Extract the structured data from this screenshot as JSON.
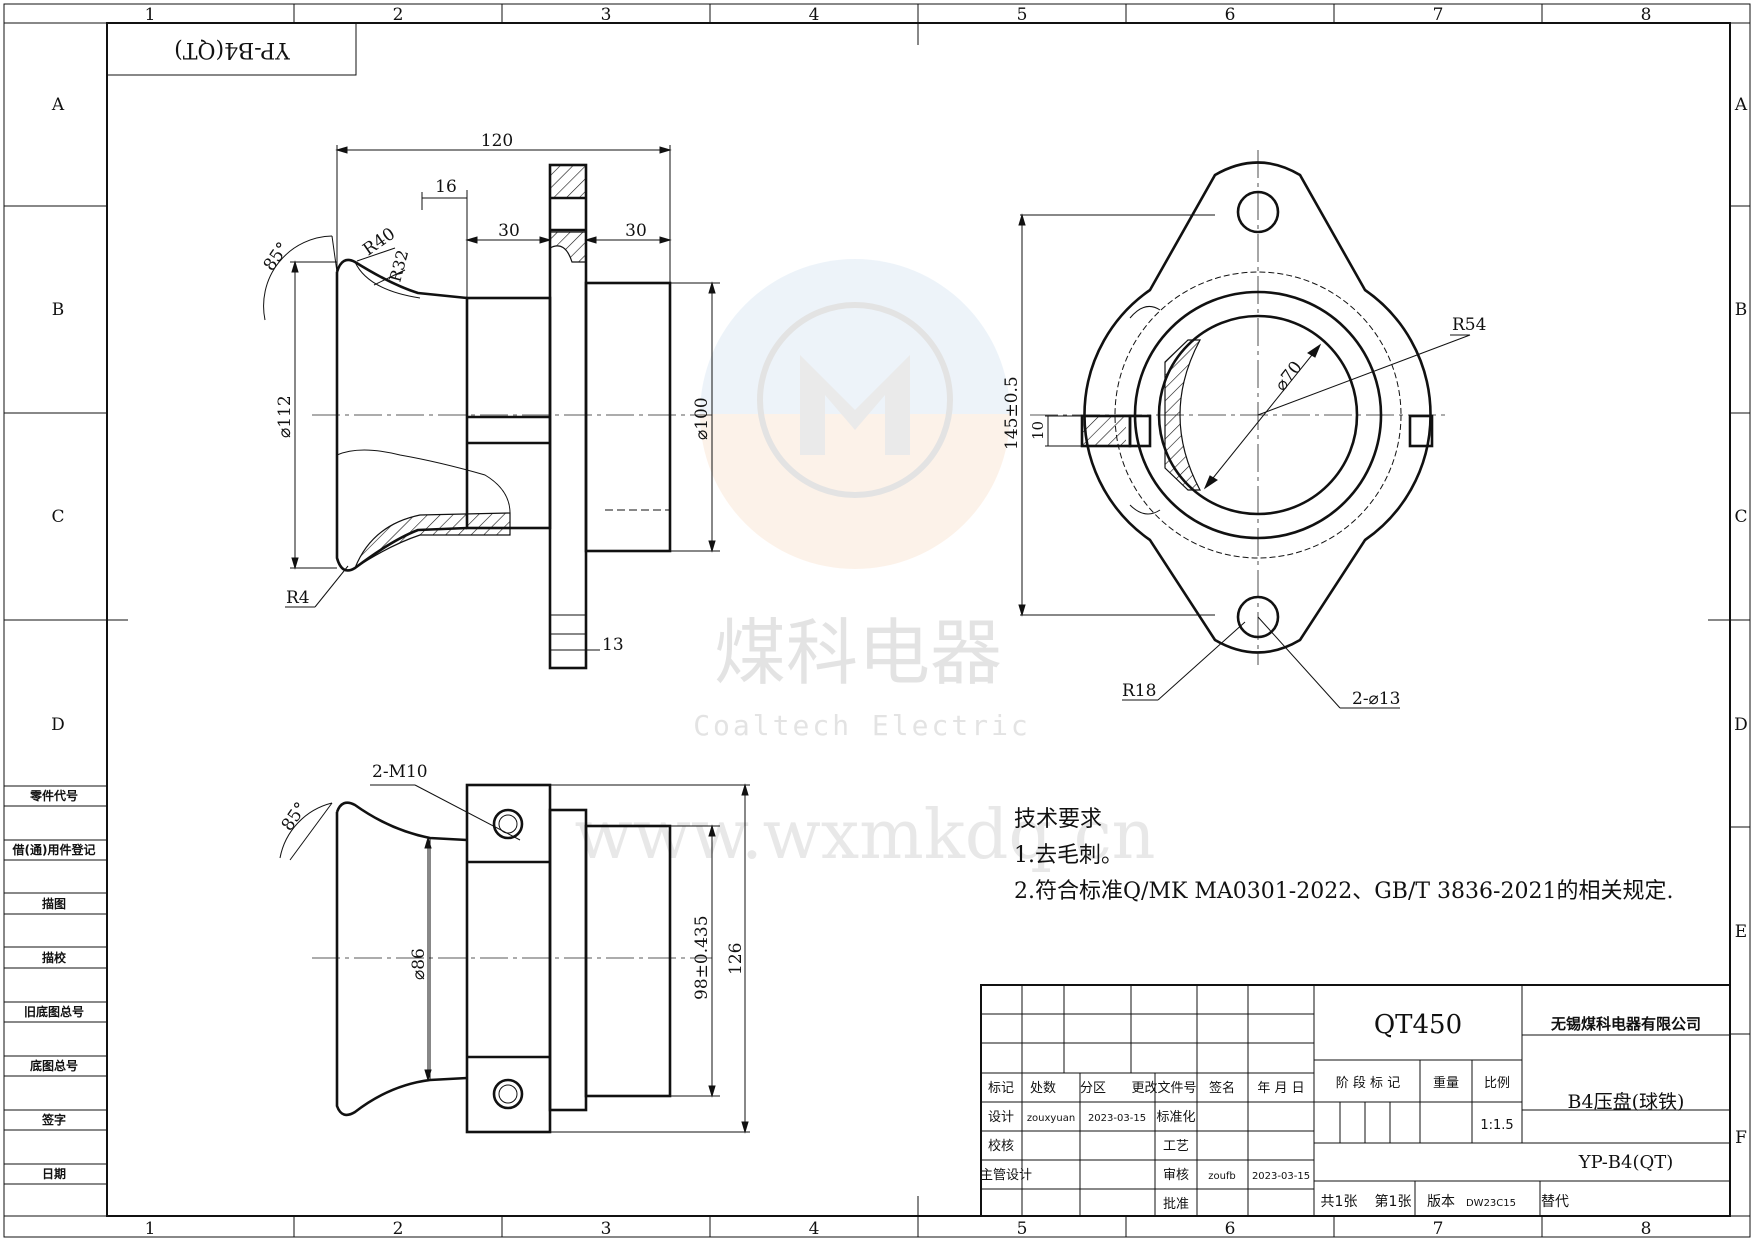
{
  "drawing_code_reversed": "YP-B4(QT)",
  "grid": {
    "columns": [
      "1",
      "2",
      "3",
      "4",
      "5",
      "6",
      "7",
      "8"
    ],
    "rows": [
      "A",
      "B",
      "C",
      "D",
      "E",
      "F"
    ]
  },
  "left_panel": {
    "labels": [
      "零件代号",
      "借(通)用件登记",
      "描图",
      "描校",
      "旧底图总号",
      "底图总号",
      "签字",
      "日期"
    ]
  },
  "view1_dims": {
    "d120": "120",
    "d16": "16",
    "d30a": "30",
    "d30b": "30",
    "r40": "R40",
    "r32": "R32",
    "a85": "85°",
    "phi112": "⌀112",
    "phi100": "⌀100",
    "r4": "R4",
    "d13": "13"
  },
  "view2_dims": {
    "r54": "R54",
    "phi70": "⌀70",
    "d145": "145±0.5",
    "d10": "10",
    "r18": "R18",
    "holes": "2-⌀13"
  },
  "view3_dims": {
    "m10": "2-M10",
    "a85": "85°",
    "phi86": "⌀86",
    "d98": "98±0.435",
    "d126": "126"
  },
  "watermark": {
    "cn": "煤科电器",
    "en": "Coaltech Electric",
    "url": "www.wxmkdq.cn"
  },
  "tech_requirements": {
    "title": "技术要求",
    "item1": "1.去毛刺。",
    "item2": "2.符合标准Q/MK MA0301-2022、GB/T 3836-2021的相关规定."
  },
  "title_block": {
    "material": "QT450",
    "company": "无锡煤科电器有限公司",
    "part_name": "B4压盘(球铁)",
    "drawing_no": "YP-B4(QT)",
    "stage_mark": "阶 段 标 记",
    "weight": "重量",
    "scale_label": "比例",
    "scale_value": "1:1.5",
    "total_sheets": "共1张",
    "sheet_no": "第1张",
    "version_label": "版本",
    "version_value": "DW23C15",
    "replace": "替代",
    "hdr_mark": "标记",
    "hdr_count": "处数",
    "hdr_zone": "分区",
    "hdr_changedoc": "更改文件号",
    "hdr_sign": "签名",
    "hdr_date": "年 月 日",
    "design": "设计",
    "designer": "zouxyuan",
    "design_date": "2023-03-15",
    "standardize": "标准化",
    "check": "校核",
    "process": "工艺",
    "chief": "主管设计",
    "review": "审核",
    "reviewer": "zoufb",
    "review_date": "2023-03-15",
    "approve": "批准"
  }
}
